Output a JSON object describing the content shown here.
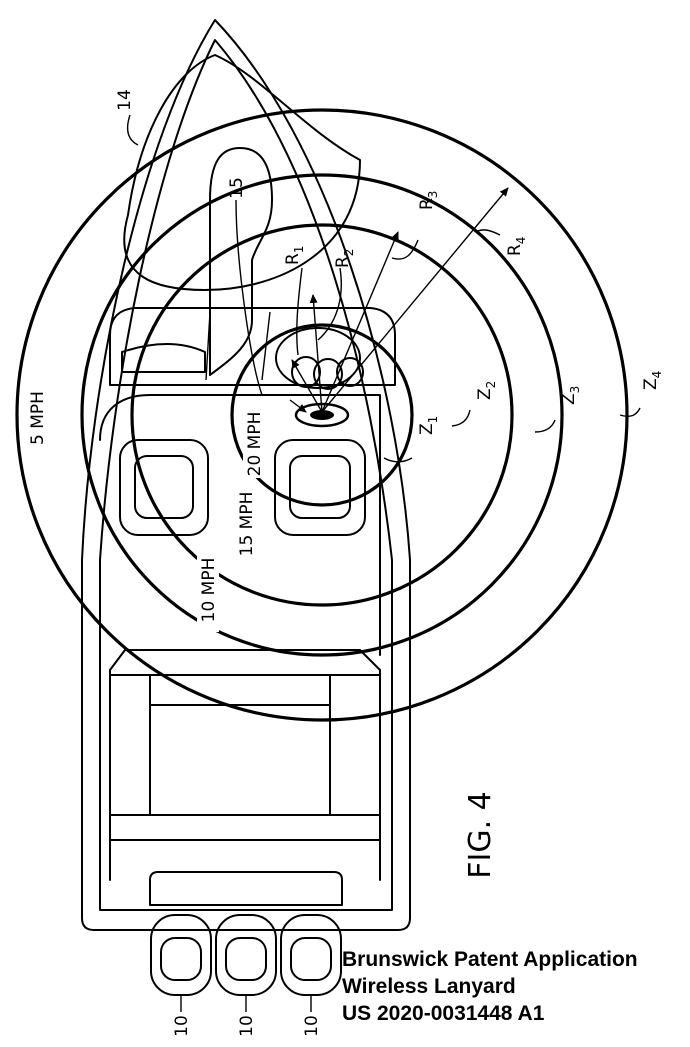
{
  "figure": {
    "label": "FIG. 4",
    "zone_speed_labels": [
      "5 MPH",
      "10 MPH",
      "15 MPH",
      "20 MPH"
    ],
    "zone_labels": [
      {
        "letter": "Z",
        "sub": "1"
      },
      {
        "letter": "Z",
        "sub": "2"
      },
      {
        "letter": "Z",
        "sub": "3"
      },
      {
        "letter": "Z",
        "sub": "4"
      }
    ],
    "radius_labels": [
      {
        "letter": "R",
        "sub": "1"
      },
      {
        "letter": "R",
        "sub": "2"
      },
      {
        "letter": "R",
        "sub": "3"
      },
      {
        "letter": "R",
        "sub": "4"
      }
    ],
    "reference_numerals": {
      "hull": "14",
      "operator": "15",
      "engines": [
        "10",
        "10",
        "10"
      ]
    }
  },
  "caption": {
    "line1": "Brunswick Patent Application",
    "line2": "Wireless Lanyard",
    "line3": "US 2020-0031448 A1"
  }
}
